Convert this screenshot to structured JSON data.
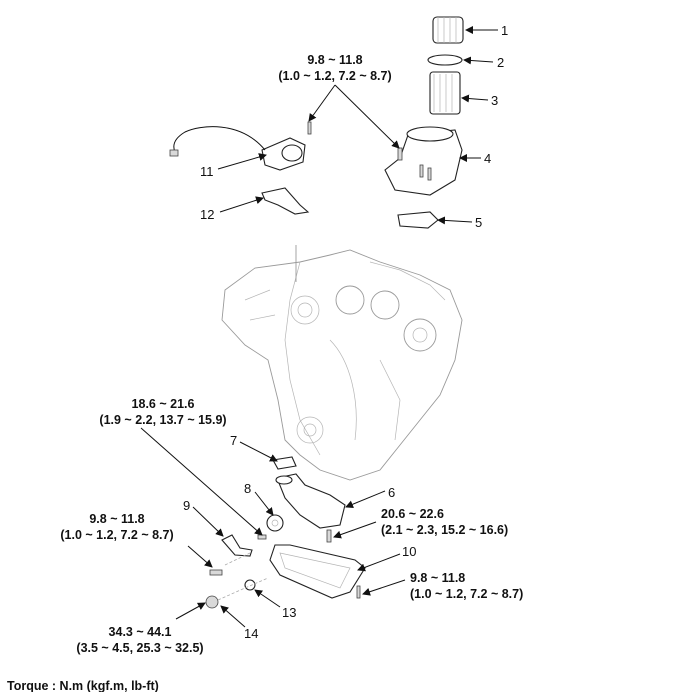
{
  "callouts": [
    "1",
    "2",
    "3",
    "4",
    "5",
    "6",
    "7",
    "8",
    "9",
    "10",
    "11",
    "12",
    "13",
    "14"
  ],
  "torques": {
    "top": {
      "value": "9.8 ~ 11.8",
      "alt": "(1.0 ~ 1.2, 7.2 ~ 8.7)"
    },
    "pump_sprocket": {
      "value": "18.6 ~ 21.6",
      "alt": "(1.9 ~ 2.2, 13.7 ~ 15.9)"
    },
    "pump_bolt": {
      "value": "20.6 ~ 22.6",
      "alt": "(2.1 ~ 2.3, 15.2 ~ 16.6)"
    },
    "left_bolt": {
      "value": "9.8 ~ 11.8",
      "alt": "(1.0 ~ 1.2, 7.2 ~ 8.7)"
    },
    "pan_bolt": {
      "value": "9.8 ~ 11.8",
      "alt": "(1.0 ~ 1.2, 7.2 ~ 8.7)"
    },
    "drain_plug": {
      "value": "34.3 ~ 44.1",
      "alt": "(3.5 ~ 4.5, 25.3 ~ 32.5)"
    }
  },
  "footer": "Torque : N.m (kgf.m, lb-ft)"
}
